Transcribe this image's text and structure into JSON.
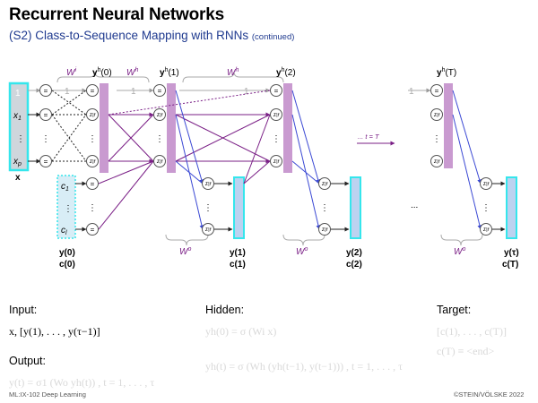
{
  "header": {
    "title": "Recurrent Neural Networks",
    "subtitle": "(S2) Class-to-Sequence Mapping with RNNs",
    "subtitle_note": "(continued)"
  },
  "diagram": {
    "labels": {
      "wi": "W",
      "wi_sup": "i",
      "wh": "W",
      "wh_sup": "h",
      "wo": "W",
      "wo_sup": "o",
      "yh": "y",
      "yh_sup": "h",
      "t0": "(0)",
      "t1": "(1)",
      "t2": "(2)",
      "tT": "(T)",
      "y0": "y(0)",
      "c0": "c(0)",
      "y1": "y(1)",
      "c1": "c(1)",
      "y2": "y(2)",
      "c2": "c(2)",
      "ytau": "y(τ)",
      "cT": "c(T)",
      "x": "x",
      "x1": "x",
      "x1_sub": "1",
      "xp": "x",
      "xp_sub": "p",
      "c1_in": "c",
      "c1_in_sub": "1",
      "cl_in": "c",
      "cl_in_sub": "l",
      "one": "1",
      "dots_t": "... t = T",
      "dots_h": "...",
      "eq": "=",
      "sigma_f": "Σ|f",
      "vdots": "⋮"
    },
    "colors": {
      "cyan": "#35e6ec",
      "purple": "#7a1f86",
      "blue": "#3b49d4",
      "lilac": "#c99ad0",
      "pale_blue": "#bcd2f0",
      "gray": "#aaaaaa"
    }
  },
  "bottom": {
    "input_label": "Input:",
    "input_formula": "x, [y(1), . . . , y(τ−1)]",
    "output_label": "Output:",
    "output_formula": "y(t) = σ1 (Wo yh(t)) , t = 1, . . . , τ",
    "hidden_label": "Hidden:",
    "hidden_formula1": "yh(0) = σ (Wi x)",
    "hidden_formula2": "yh(t) = σ (Wh (yh(t−1), y(t−1))) , t = 1, . . . , τ",
    "target_label": "Target:",
    "target_formula1": "[c(1), . . . , c(T)]",
    "target_formula2": "c(T) ≡ <end>"
  },
  "footer": {
    "left": "ML:IX-102   Deep Learning",
    "right": "©STEIN/VÖLSKE 2022"
  }
}
